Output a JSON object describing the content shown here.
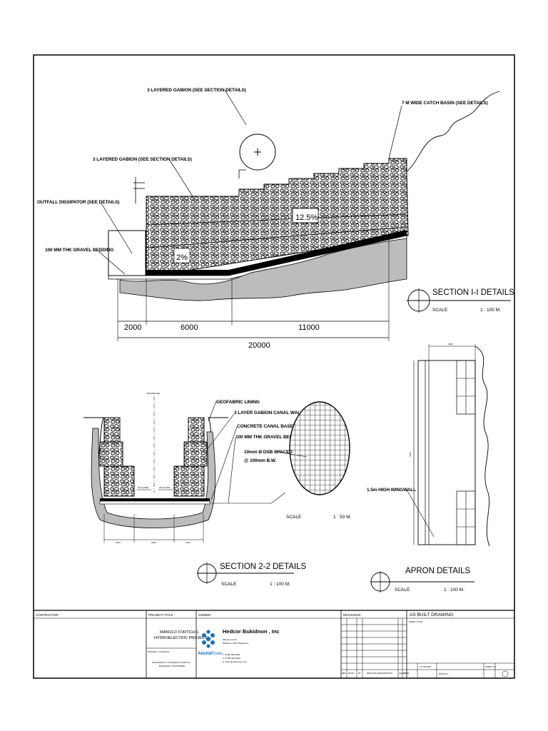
{
  "section11": {
    "labels": {
      "gabion_top": "3 LAYERED GABION (SEE SECTION DETAILS)",
      "catch_basin": "7 M WIDE CATCH BASIN (SEE DETAILS)",
      "gabion_mid": "3 LAYERED GABION (SEE SECTION DETAILS)",
      "outfall": "OUTFALL DISSIPATOR (SEE DETAILS)",
      "gravel": "100 MM THK GRAVEL BEDDING"
    },
    "slopes": {
      "upper": "12.5%",
      "lower": "2%"
    },
    "dims": {
      "d1": "2000",
      "d2": "6000",
      "d3": "11000",
      "total": "20000"
    },
    "title": "SECTION I-I DETAILS",
    "scale_label": "SCALE",
    "scale_value": "1 : 100 M."
  },
  "section22": {
    "labels": {
      "centerline": "CENTERLINE",
      "geofabric": "GEOFABRIC LINING",
      "gabion_wall": "3 LAYER GABION CANAL WALL",
      "concrete_base": "CONCRETE CANAL BASE",
      "gravel_bed": "100 MM THK GRAVEL BED",
      "slope_left": "2% SLOPE",
      "slope_right": "2% SLOPE"
    },
    "dims": [
      "1000",
      "2000",
      "1000"
    ],
    "title": "SECTION 2-2 DETAILS",
    "scale_label": "SCALE",
    "scale_value": "1 : 100 M."
  },
  "mesh": {
    "note1": "10mm Ø DSB SPACED",
    "note2": "@ 100mm B.W.",
    "scale_label": "SCALE",
    "scale_value": "1 : 50 M."
  },
  "apron": {
    "top_dim": "3000",
    "side_dim": "7000",
    "wingwall": "1.5m HIGH WINGWALL",
    "title": "APRON DETAILS",
    "scale_label": "SCALE",
    "scale_value": "1 : 100 M."
  },
  "titleblock": {
    "contractor": "CONTRACTOR :",
    "project_title_label": "PROJECT TITLE :",
    "project_name_1": "MANOLO FORTICH 1",
    "project_name_2": "HYDROELECTRIC PROJECT",
    "location_label": "PROJECT LOCATION :",
    "location_1": "MUNICIPALITY OF MANOLO FORTICH",
    "location_2": "BUKIDNON, PHILIPPINES",
    "owner_label": "OWNER :",
    "owner_name": "Hedcor Bukidnon , Inc",
    "owner_addr_1": "Manolo Fortich,",
    "owner_addr_2": "Bukidnon, 8703 Philippines",
    "owner_tel": "T: (6 88) 000 0000",
    "owner_fax": "F: (6 88) 000 0000",
    "owner_web": "E: www.aboitizpower.com",
    "logo_text_1": "Aboitiz",
    "logo_text_2": "Power",
    "revisions": "REVISIONS :",
    "rev_cols": [
      "REV",
      "DATE",
      "BY",
      "REVISION DESCRIPTION",
      "CHKD",
      "APPR"
    ],
    "as_built": "AS BUILT DRAWING",
    "sheet_title": "SHEET TITLE :",
    "scale_row": "AS SHOWN",
    "dwg_no": "DWG NO.:",
    "sheet_no": "SHEET No."
  },
  "colors": {
    "line": "#000000",
    "paper": "#ffffff",
    "logo_blue": "#1a6fb4"
  }
}
